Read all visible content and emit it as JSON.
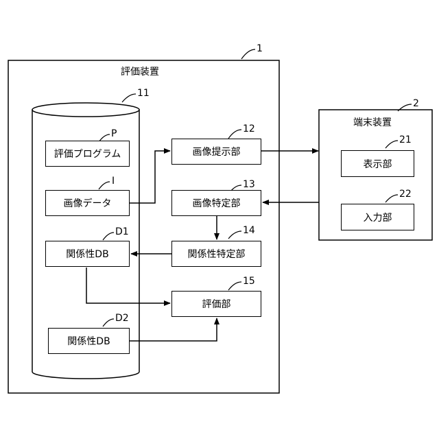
{
  "evaluation_device": {
    "title": "評価装置",
    "ref": "1"
  },
  "storage": {
    "ref": "11"
  },
  "program": {
    "label": "評価プログラム",
    "ref": "P"
  },
  "image_data": {
    "label": "画像データ",
    "ref": "I"
  },
  "relation_db1": {
    "label": "関係性DB",
    "ref": "D1"
  },
  "relation_db2": {
    "label": "関係性DB",
    "ref": "D2"
  },
  "image_presenter": {
    "label": "画像提示部",
    "ref": "12"
  },
  "image_identifier": {
    "label": "画像特定部",
    "ref": "13"
  },
  "relation_identifier": {
    "label": "関係性特定部",
    "ref": "14"
  },
  "evaluator": {
    "label": "評価部",
    "ref": "15"
  },
  "terminal_device": {
    "title": "端末装置",
    "ref": "2"
  },
  "display": {
    "label": "表示部",
    "ref": "21"
  },
  "input": {
    "label": "入力部",
    "ref": "22"
  }
}
